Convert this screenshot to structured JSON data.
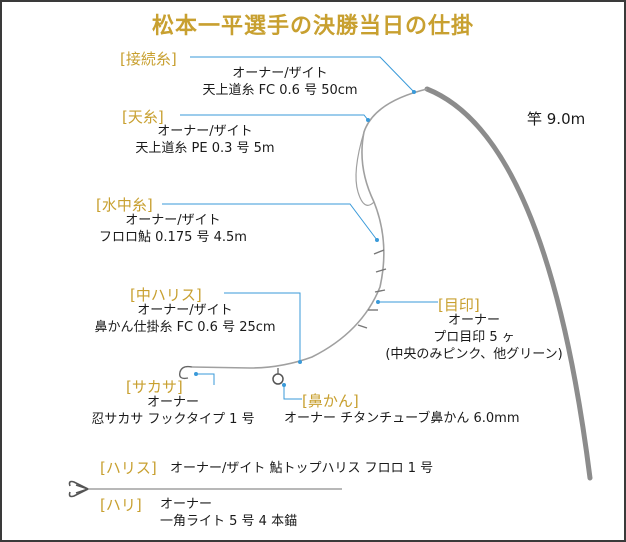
{
  "title": "松本一平選手の決勝当日の仕掛",
  "rod": "竿 9.0m",
  "sections": {
    "setsuzoku": {
      "label": "[接続糸]",
      "lines": [
        "オーナー/ザイト",
        "天上道糸 FC 0.6 号 50cm"
      ]
    },
    "tenito": {
      "label": "[天糸]",
      "lines": [
        "オーナー/ザイト",
        "天上道糸 PE 0.3 号 5m"
      ]
    },
    "suichuito": {
      "label": "[水中糸]",
      "lines": [
        "オーナー/ザイト",
        "フロロ鮎 0.175 号 4.5m"
      ]
    },
    "nakaharisu": {
      "label": "[中ハリス]",
      "lines": [
        "オーナー/ザイト",
        "鼻かん仕掛糸 FC 0.6 号 25cm"
      ]
    },
    "mejirushi": {
      "label": "[目印]",
      "lines": [
        "オーナー",
        "プロ目印 5 ヶ",
        "(中央のみピンク、他グリーン)"
      ]
    },
    "sakasa": {
      "label": "[サカサ]",
      "lines": [
        "オーナー",
        "忍サカサ フックタイプ 1 号"
      ]
    },
    "hanakan": {
      "label": "[鼻かん]",
      "lines": [
        "オーナー チタンチューブ鼻かん 6.0mm"
      ]
    },
    "harisu": {
      "label": "[ハリス]",
      "lines": [
        "オーナー/ザイト 鮎トップハリス フロロ 1 号"
      ]
    },
    "hari": {
      "label": "[ハリ]",
      "lines": [
        "オーナー",
        "一角ライト 5 号 4 本錨"
      ]
    }
  },
  "colors": {
    "label": "#c8a030",
    "leader": "#3a9ad9",
    "rod": "#8c8c8c",
    "line": "#999999"
  }
}
